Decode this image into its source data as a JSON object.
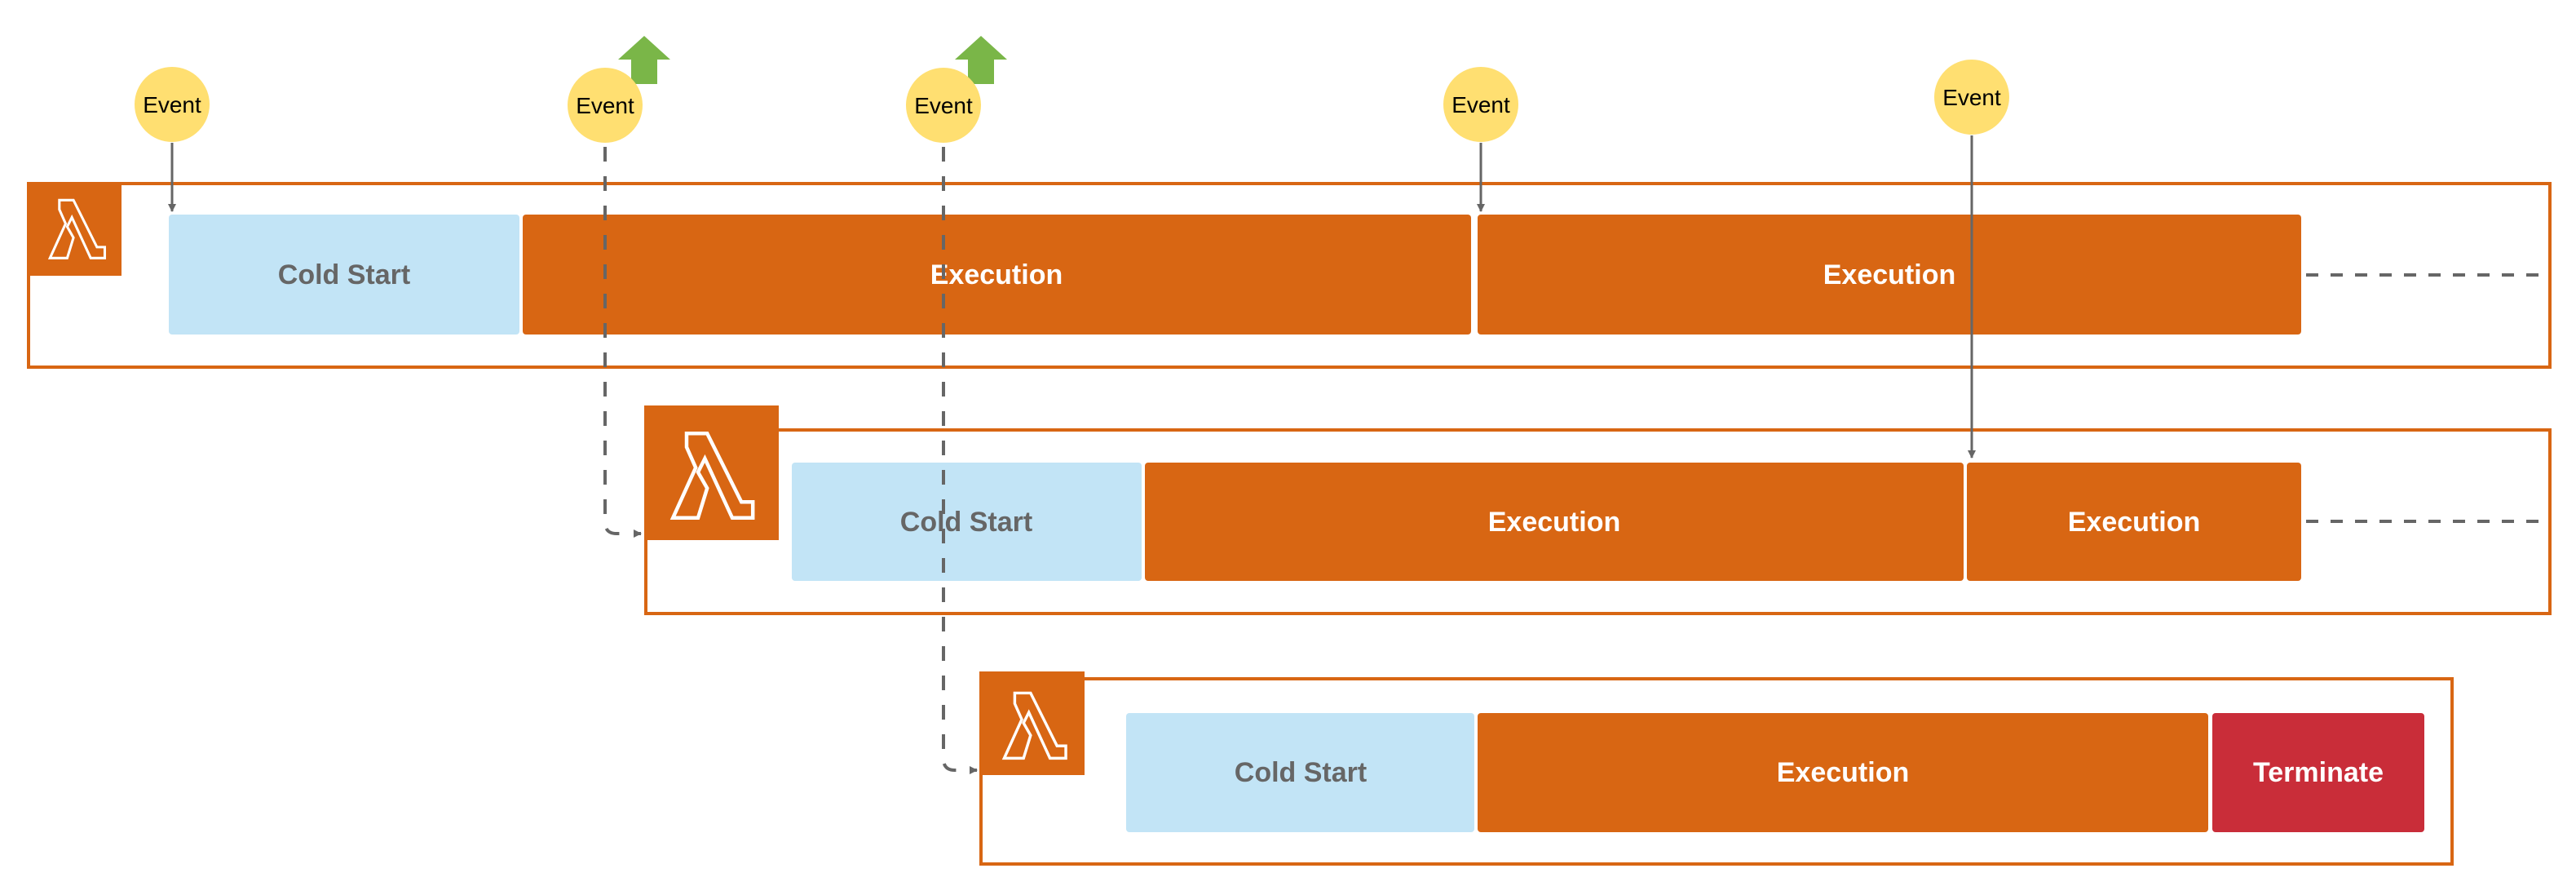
{
  "colors": {
    "container_border": "#D86613",
    "lambda_bg": "#D86613",
    "cold_start": "#C2E4F6",
    "execution": "#D86613",
    "terminate": "#C92D39",
    "event": "#FFDF71",
    "scale_up_arrow": "#7AB648",
    "connector": "#666666",
    "cold_start_text": "#666666",
    "bar_text_light": "#FFFFFF"
  },
  "events": [
    {
      "label": "Event",
      "target": "instance-1",
      "style": "solid",
      "scale_up": false
    },
    {
      "label": "Event",
      "target": "instance-2",
      "style": "dashed",
      "scale_up": true
    },
    {
      "label": "Event",
      "target": "instance-3",
      "style": "dashed",
      "scale_up": true
    },
    {
      "label": "Event",
      "target": "instance-1",
      "style": "solid",
      "scale_up": false
    },
    {
      "label": "Event",
      "target": "instance-2",
      "style": "solid",
      "scale_up": false
    }
  ],
  "instances": [
    {
      "name": "instance-1",
      "icon": "aws-lambda-icon",
      "phases": [
        {
          "label": "Cold Start",
          "type": "cold_start"
        },
        {
          "label": "Execution",
          "type": "execution"
        },
        {
          "label": "Execution",
          "type": "execution"
        }
      ],
      "continues": true
    },
    {
      "name": "instance-2",
      "icon": "aws-lambda-icon",
      "phases": [
        {
          "label": "Cold Start",
          "type": "cold_start"
        },
        {
          "label": "Execution",
          "type": "execution"
        },
        {
          "label": "Execution",
          "type": "execution"
        }
      ],
      "continues": true
    },
    {
      "name": "instance-3",
      "icon": "aws-lambda-icon",
      "phases": [
        {
          "label": "Cold Start",
          "type": "cold_start"
        },
        {
          "label": "Execution",
          "type": "execution"
        },
        {
          "label": "Terminate",
          "type": "terminate"
        }
      ],
      "continues": false
    }
  ]
}
